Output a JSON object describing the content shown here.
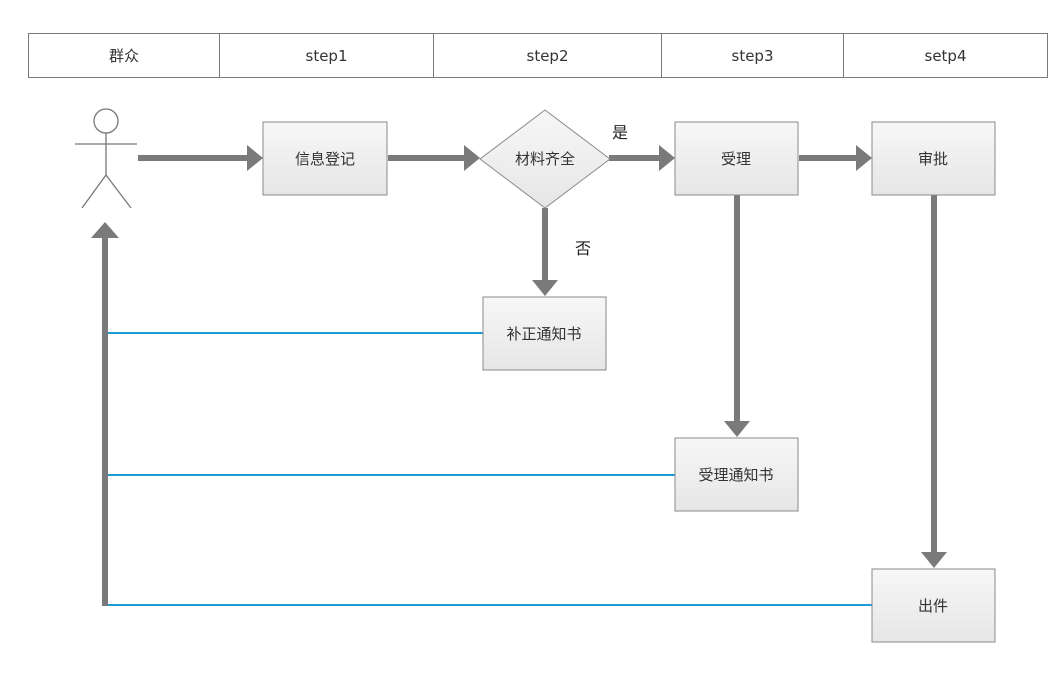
{
  "lanes": [
    "群众",
    "step1",
    "step2",
    "step3",
    "setp4"
  ],
  "nodes": {
    "register": "信息登记",
    "check": "材料齐全",
    "accept": "受理",
    "approve": "审批",
    "supplement": "补正通知书",
    "accept_notice": "受理通知书",
    "issue": "出件"
  },
  "edge_labels": {
    "yes": "是",
    "no": "否"
  },
  "colors": {
    "flow_arrow": "#7a7a7a",
    "return_line": "#1a9ad6",
    "box_fill_top": "#f7f7f7",
    "box_fill_bottom": "#e6e6e6"
  }
}
